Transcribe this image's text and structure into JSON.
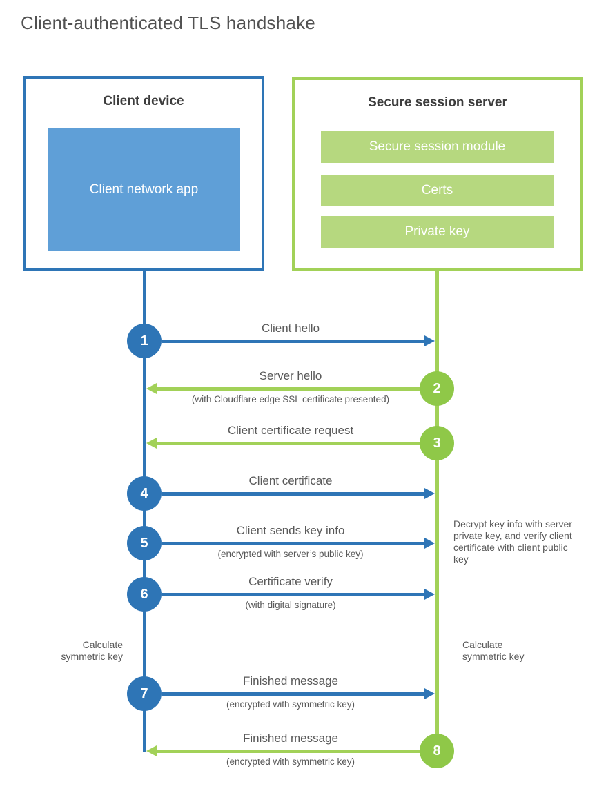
{
  "title": "Client-authenticated TLS handshake",
  "client": {
    "title": "Client device",
    "app_label": "Client network app"
  },
  "server": {
    "title": "Secure session server",
    "modules": [
      "Secure session module",
      "Certs",
      "Private key"
    ]
  },
  "steps": [
    {
      "num": "1",
      "from": "client",
      "direction": "right",
      "label": "Client hello",
      "sublabel": ""
    },
    {
      "num": "2",
      "from": "server",
      "direction": "left",
      "label": "Server hello",
      "sublabel": "(with Cloudflare edge SSL certificate presented)"
    },
    {
      "num": "3",
      "from": "server",
      "direction": "left",
      "label": "Client certificate request",
      "sublabel": ""
    },
    {
      "num": "4",
      "from": "client",
      "direction": "right",
      "label": "Client certificate",
      "sublabel": ""
    },
    {
      "num": "5",
      "from": "client",
      "direction": "right",
      "label": "Client sends key info",
      "sublabel": "(encrypted with server’s public key)"
    },
    {
      "num": "6",
      "from": "client",
      "direction": "right",
      "label": "Certificate verify",
      "sublabel": "(with digital signature)"
    },
    {
      "num": "7",
      "from": "client",
      "direction": "right",
      "label": "Finished message",
      "sublabel": "(encrypted with symmetric key)"
    },
    {
      "num": "8",
      "from": "server",
      "direction": "left",
      "label": "Finished message",
      "sublabel": "(encrypted with symmetric key)"
    }
  ],
  "notes": {
    "decrypt_note": "Decrypt key info with server private key, and verify client certificate with client public key",
    "calculate_left": "Calculate symmetric key",
    "calculate_right": "Calculate symmetric key"
  },
  "colors": {
    "blue": "#2e75b6",
    "blue_fill": "#5f9fd7",
    "green_line": "#a2d158",
    "green_circle": "#8fc848",
    "green_fill": "#b6d87f",
    "label_text": "#595959",
    "heading_text": "#3d3d3d"
  }
}
